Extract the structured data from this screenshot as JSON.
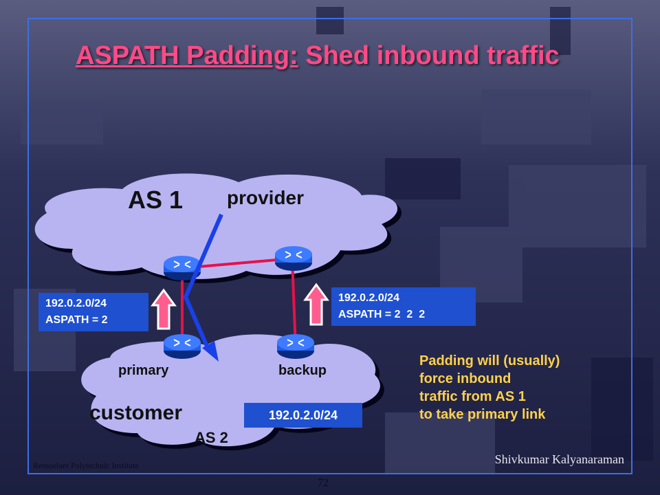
{
  "slide": {
    "title_underlined": "ASPATH Padding:",
    "title_rest": " Shed inbound traffic",
    "author": "Shivkumar Kalyanaraman",
    "institution": "Rensselaer Polytechnic Institute",
    "page_number": "72"
  },
  "diagram": {
    "provider_cloud": {
      "as_label": "AS 1",
      "role_label": "provider"
    },
    "customer_cloud": {
      "role_label": "customer",
      "as_label": "AS 2"
    },
    "primary_label": "primary",
    "backup_label": "backup",
    "primary_announcement": {
      "prefix": "192.0.2.0/24",
      "aspath": "ASPATH = 2"
    },
    "backup_announcement": {
      "prefix": "192.0.2.0/24",
      "aspath": "ASPATH = 2  2  2"
    },
    "customer_prefix": "192.0.2.0/24",
    "note_lines": [
      "Padding will (usually)",
      "force inbound",
      "traffic from AS 1",
      "to take primary link"
    ]
  },
  "colors": {
    "title": "#ff4a86",
    "frame": "#3c6fe6",
    "cloud_fill": "#b8b4f2",
    "cloud_shadow": "#05051a",
    "router": "#1f5fe8",
    "link": "#e8104a",
    "upload_arrow": "#ff5d8f",
    "traffic_arrow": "#1a40e8",
    "label_box": "#1e50d0",
    "note_text": "#ffd14a"
  }
}
